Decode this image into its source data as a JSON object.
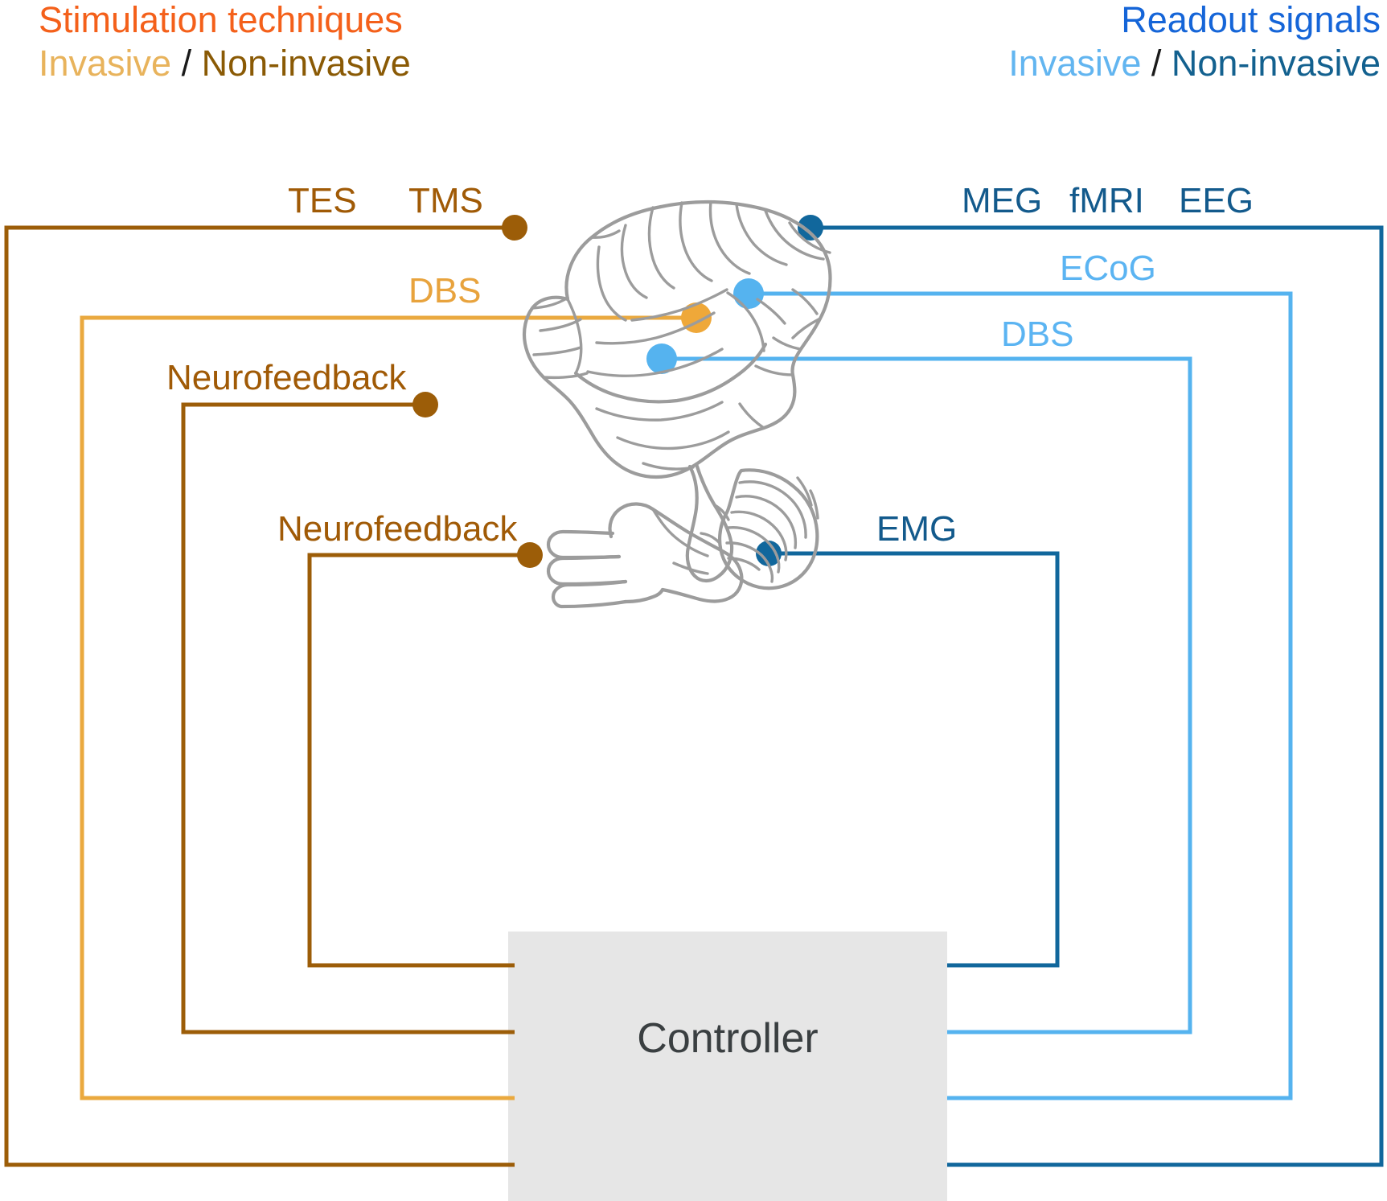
{
  "headers": {
    "left": {
      "title": "Stimulation techniques",
      "invasive": "Invasive",
      "separator": " / ",
      "noninvasive": "Non-invasive"
    },
    "right": {
      "title": "Readout signals",
      "invasive": "Invasive",
      "separator": " / ",
      "noninvasive": "Non-invasive"
    }
  },
  "colors": {
    "stimulation_title": "#f4601a",
    "readout_title": "#1565d8",
    "stim_invasive": "#e8a33d",
    "stim_noninvasive": "#8a5a05",
    "read_invasive": "#5bb4f2",
    "read_noninvasive": "#13618f",
    "controller_box": "#e6e6e6",
    "controller_text": "#3a3f41",
    "anatomy_outline": "#9c9c9c",
    "dot_stim_noninvasive": "#9c5d08",
    "dot_stim_invasive": "#efa839",
    "dot_read_noninvasive": "#11679c",
    "dot_read_invasive": "#55b3ef"
  },
  "stimulation_labels": [
    {
      "id": "tes",
      "text": "TES",
      "class": "noninvasive"
    },
    {
      "id": "tms",
      "text": "TMS",
      "class": "noninvasive"
    },
    {
      "id": "dbs",
      "text": "DBS",
      "class": "invasive"
    },
    {
      "id": "neurofeedback_brain",
      "text": "Neurofeedback",
      "class": "noninvasive"
    },
    {
      "id": "neurofeedback_hand",
      "text": "Neurofeedback",
      "class": "noninvasive"
    }
  ],
  "readout_labels": [
    {
      "id": "meg",
      "text": "MEG",
      "class": "noninvasive"
    },
    {
      "id": "fmri",
      "text": "fMRI",
      "class": "noninvasive"
    },
    {
      "id": "eeg",
      "text": "EEG",
      "class": "noninvasive"
    },
    {
      "id": "ecog",
      "text": "ECoG",
      "class": "invasive"
    },
    {
      "id": "dbs",
      "text": "DBS",
      "class": "invasive"
    },
    {
      "id": "emg",
      "text": "EMG",
      "class": "noninvasive"
    }
  ],
  "controller": {
    "label": "Controller"
  },
  "anatomy": [
    {
      "id": "brain",
      "name": "brain-illustration"
    },
    {
      "id": "hand",
      "name": "hand-illustration"
    }
  ],
  "connections": [
    {
      "id": "tes-tms",
      "side": "left",
      "label": "TES  TMS",
      "class": "noninvasive"
    },
    {
      "id": "dbs-stim",
      "side": "left",
      "label": "DBS",
      "class": "invasive"
    },
    {
      "id": "neurofeedback-brain",
      "side": "left",
      "label": "Neurofeedback",
      "class": "noninvasive"
    },
    {
      "id": "neurofeedback-hand",
      "side": "left",
      "label": "Neurofeedback",
      "class": "noninvasive"
    },
    {
      "id": "meg-fmri-eeg",
      "side": "right",
      "label": "MEG  fMRI  EEG",
      "class": "noninvasive"
    },
    {
      "id": "ecog",
      "side": "right",
      "label": "ECoG",
      "class": "invasive"
    },
    {
      "id": "dbs-read",
      "side": "right",
      "label": "DBS",
      "class": "invasive"
    },
    {
      "id": "emg",
      "side": "right",
      "label": "EMG",
      "class": "noninvasive"
    }
  ]
}
